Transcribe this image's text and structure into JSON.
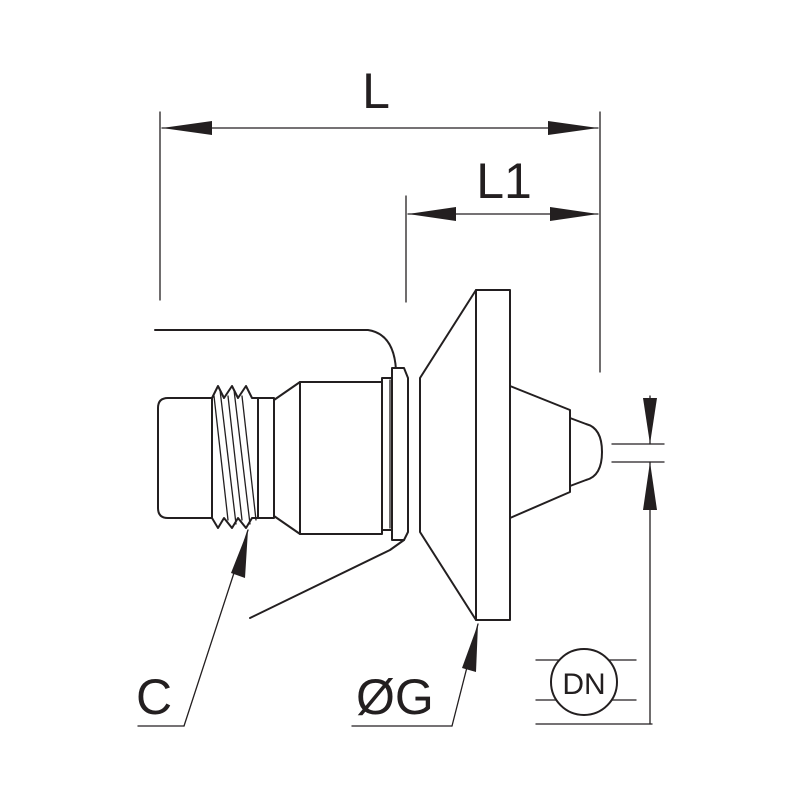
{
  "diagram": {
    "labels": {
      "length": "L",
      "length_1": "L1",
      "thread": "C",
      "flange_diameter": "ØG",
      "nominal_diameter": "DN"
    },
    "colors": {
      "line": "#231f20",
      "background": "#ffffff"
    }
  }
}
